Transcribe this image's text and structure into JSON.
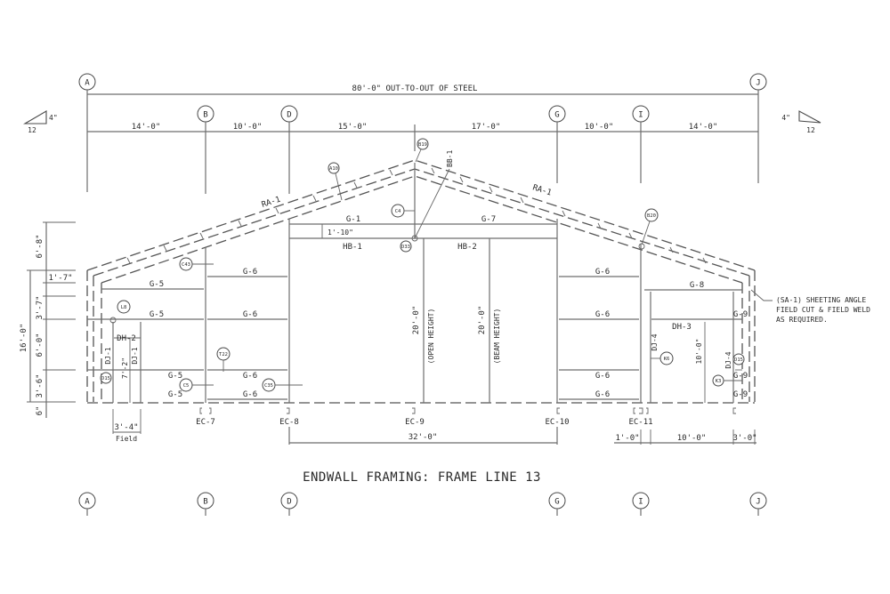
{
  "drawing": {
    "title": "ENDWALL FRAMING: FRAME LINE 13",
    "overall_dimension": "80'-0\" OUT-TO-OUT OF STEEL",
    "roof_slope": {
      "rise": "4\"",
      "run": "12"
    },
    "grid_lines": [
      "A",
      "B",
      "D",
      "G",
      "I",
      "J"
    ],
    "bay_dimensions": [
      "14'-0\"",
      "10'-0\"",
      "15'-0\"",
      "17'-0\"",
      "10'-0\"",
      "14'-0\""
    ],
    "left_vertical_dimensions": {
      "overall": "16'-0\"",
      "segments": [
        "6'-8\"",
        "1'-7\"",
        "3'-7\"",
        "6'-0\"",
        "3'-6\"",
        "6\""
      ]
    },
    "members": {
      "rafters": [
        "RA-1",
        "RA-1"
      ],
      "bracing": "BB-1",
      "girts_left": [
        "G-5",
        "G-5",
        "G-5",
        "G-5"
      ],
      "girts_bay_b_d": [
        "G-6",
        "G-6",
        "G-6",
        "G-6"
      ],
      "header_girts": [
        "G-1",
        "G-7"
      ],
      "header_beams": [
        "HB-1",
        "HB-2"
      ],
      "header_offset": "1'-10\"",
      "girts_bay_g_i": [
        "G-6",
        "G-6",
        "G-6",
        "G-6"
      ],
      "girts_right": [
        "G-8",
        "G-9",
        "G-9",
        "G-9"
      ],
      "door_headers": [
        "DH-2",
        "DH-3"
      ],
      "door_jambs": [
        "DJ-1",
        "DJ-1",
        "DJ-4",
        "DJ-4"
      ],
      "endwall_columns": [
        "EC-7",
        "EC-8",
        "EC-9",
        "EC-10",
        "EC-11"
      ]
    },
    "opening_dims": {
      "open_height": "20'-0\"",
      "open_height_label": "(OPEN HEIGHT)",
      "beam_height": "20'-0\"",
      "beam_height_label": "(BEAM HEIGHT)",
      "opening_width": "32'-0\"",
      "left_door_height": "7'-2\"",
      "left_door_width": "3'-4\"",
      "left_door_note": "Field",
      "right_door_height": "10'-0\"",
      "bottom_right_dims": [
        "1'-0\"",
        "10'-0\"",
        "3'-0\""
      ]
    },
    "detail_tags": [
      "A10",
      "B19",
      "C4",
      "D33",
      "B20",
      "C43",
      "L8",
      "D15",
      "C5",
      "T22",
      "C35",
      "K6",
      "K3",
      "D15"
    ],
    "note": [
      "(SA-1) SHEETING ANGLE",
      "FIELD CUT & FIELD WELD",
      "AS REQUIRED."
    ]
  }
}
